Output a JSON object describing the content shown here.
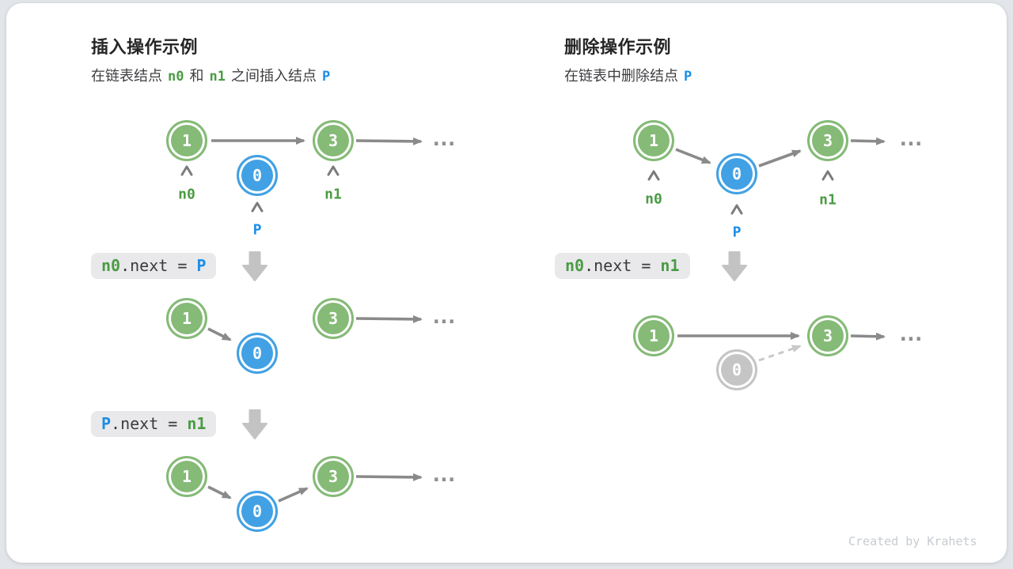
{
  "insert_panel": {
    "title": "插入操作示例",
    "subtitle_parts": [
      "在链表结点",
      "n0",
      "和",
      "n1",
      "之间插入结点",
      "P"
    ],
    "code_step1": {
      "lhs": "n0",
      "op": ".next = ",
      "rhs": "P"
    },
    "code_step2": {
      "lhs": "P",
      "op": ".next = ",
      "rhs": "n1"
    }
  },
  "delete_panel": {
    "title": "删除操作示例",
    "subtitle_parts": [
      "在链表中删除结点",
      "P"
    ],
    "code_step1": {
      "lhs": "n0",
      "op": ".next = ",
      "rhs": "n1"
    }
  },
  "node_values": {
    "first": "1",
    "second": "3",
    "inserted": "0",
    "deleted": "0"
  },
  "pointer_labels": {
    "n0": "n0",
    "n1": "n1",
    "p": "P"
  },
  "ellipsis": "...",
  "footer": "Created by Krahets",
  "colors": {
    "node_green": "#85ba77",
    "node_blue": "#41a1e4",
    "node_gray": "#c5c5c5",
    "text_green": "#4a9c44",
    "text_blue": "#1b8ee6",
    "arrow_gray": "#8a8a8a",
    "arrow_light": "#c9c9c9",
    "code_bg": "#e9e9eb"
  }
}
